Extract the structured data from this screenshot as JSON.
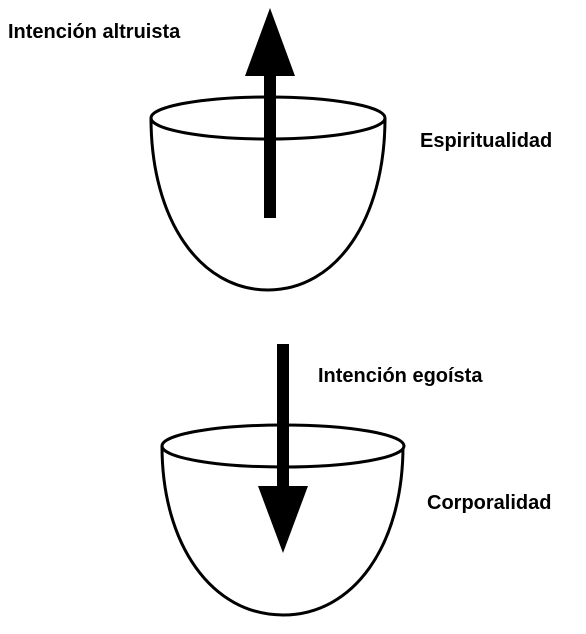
{
  "top": {
    "intention_label": "Intención altruista",
    "state_label": "Espiritualidad",
    "arrow_direction": "up"
  },
  "bottom": {
    "intention_label": "Intención egoísta",
    "state_label": "Corporalidad",
    "arrow_direction": "down"
  },
  "colors": {
    "stroke": "#000000",
    "fill": "#ffffff",
    "arrow": "#000000",
    "text": "#000000"
  }
}
